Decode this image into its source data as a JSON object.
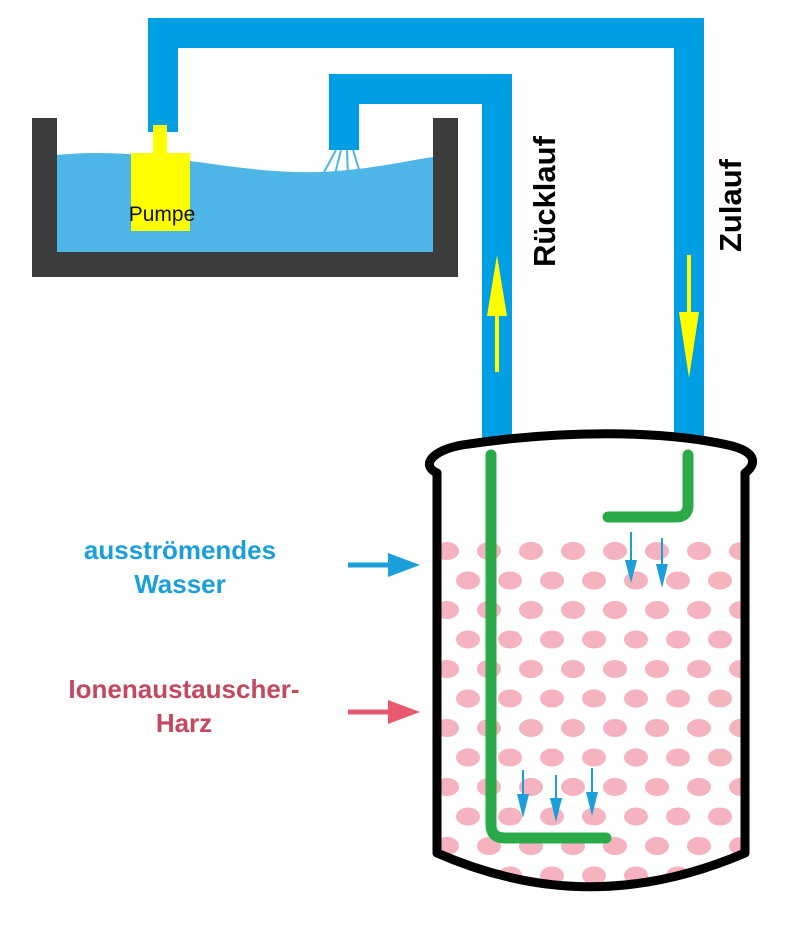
{
  "labels": {
    "pump": "Pumpe",
    "return_line": "Rücklauf",
    "supply_line": "Zulauf",
    "outflowing_water_line1": "ausströmendes",
    "outflowing_water_line2": "Wasser",
    "resin_line1": "Ionenaustauscher-",
    "resin_line2": "Harz"
  },
  "colors": {
    "pipe_blue": "#009FE3",
    "water_blue": "#4DB6E6",
    "pump_yellow": "#FFFF00",
    "arrow_yellow": "#FFFF00",
    "inner_pipe_green": "#2BAA4A",
    "resin_pink": "#F4B3BF",
    "label_blue": "#1A9FDB",
    "label_red": "#C4485F",
    "arrow_red": "#E85A6E",
    "basin_gray": "#3C3C3C",
    "tank_outline": "#000000"
  }
}
